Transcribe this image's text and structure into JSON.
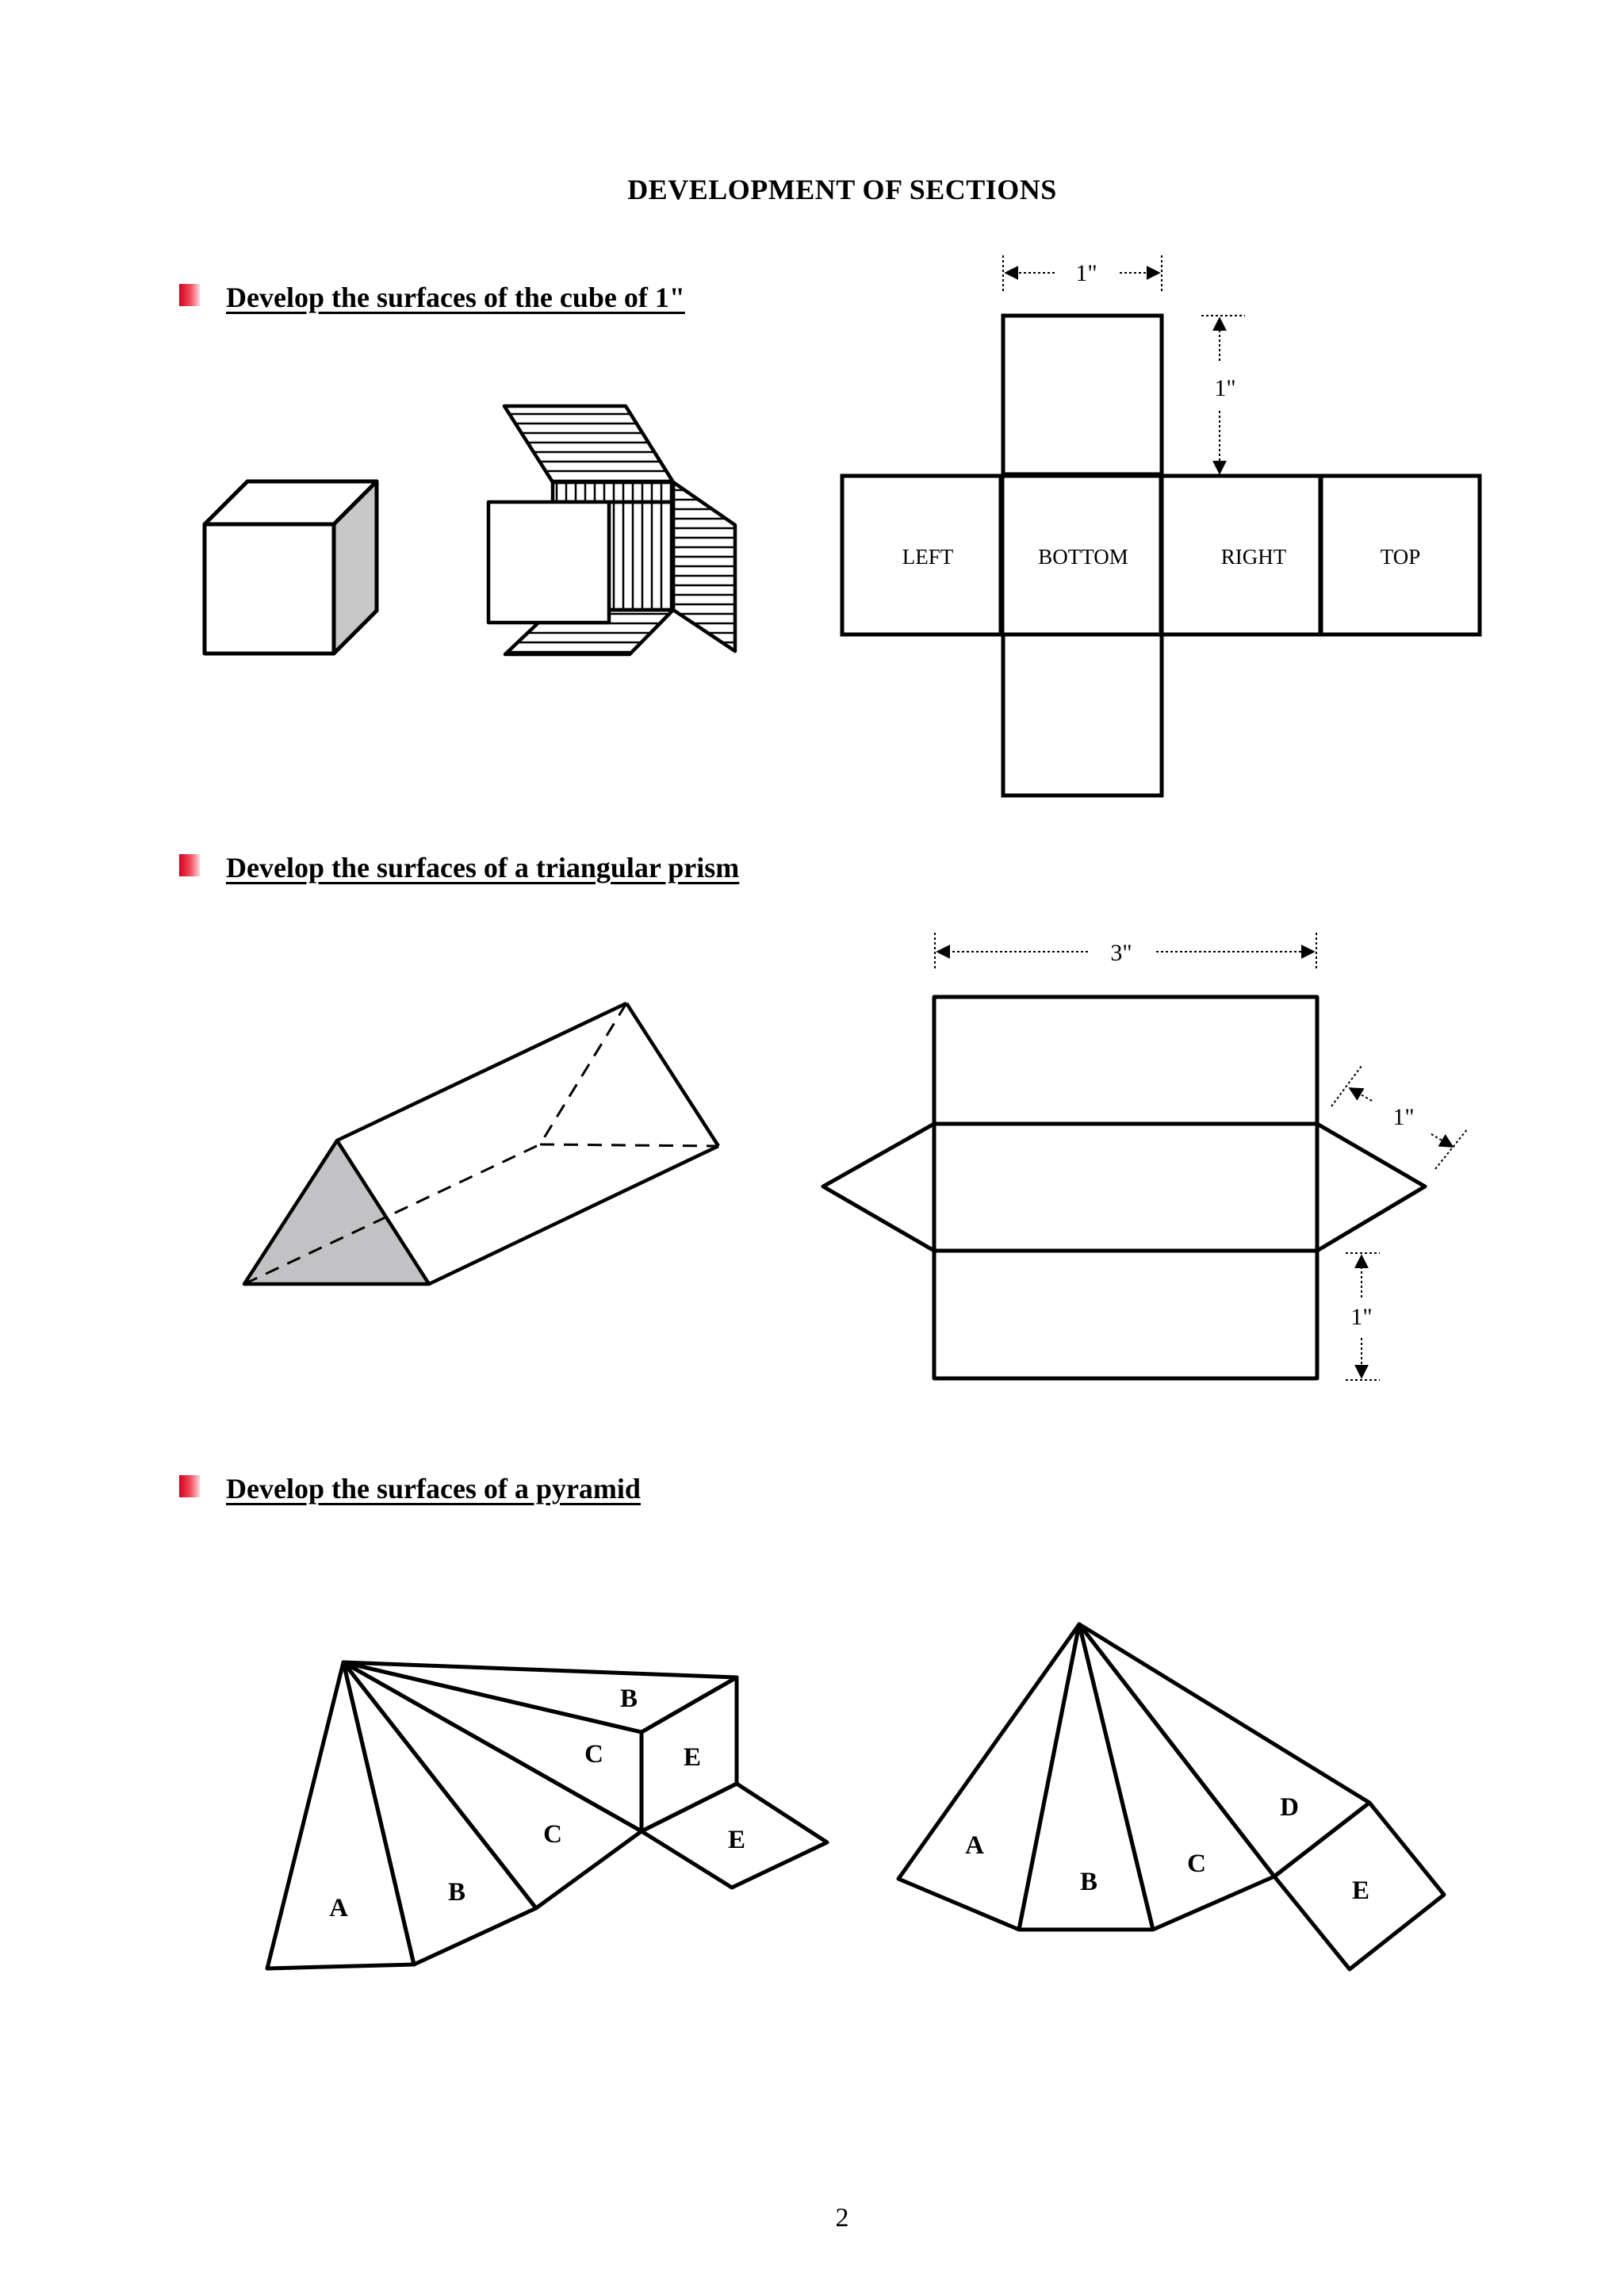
{
  "title": "DEVELOPMENT OF SECTIONS",
  "sections": [
    {
      "heading": "Develop the surfaces of the cube of 1\""
    },
    {
      "heading": "Develop the surfaces of a triangular prism"
    },
    {
      "heading": "Develop the surfaces of a pyramid"
    }
  ],
  "cube_net": {
    "faces": [
      "LEFT",
      "BOTTOM",
      "RIGHT",
      "TOP"
    ],
    "dim_width": "1\"",
    "dim_height": "1\""
  },
  "prism_net": {
    "dim_length": "3\"",
    "dim_side": "1\"",
    "dim_height": "1\""
  },
  "pyramid_left": {
    "labels": [
      "A",
      "B",
      "C",
      "C",
      "B",
      "E",
      "E"
    ]
  },
  "pyramid_right": {
    "labels": [
      "A",
      "B",
      "C",
      "D",
      "E"
    ]
  },
  "page_number": "2"
}
